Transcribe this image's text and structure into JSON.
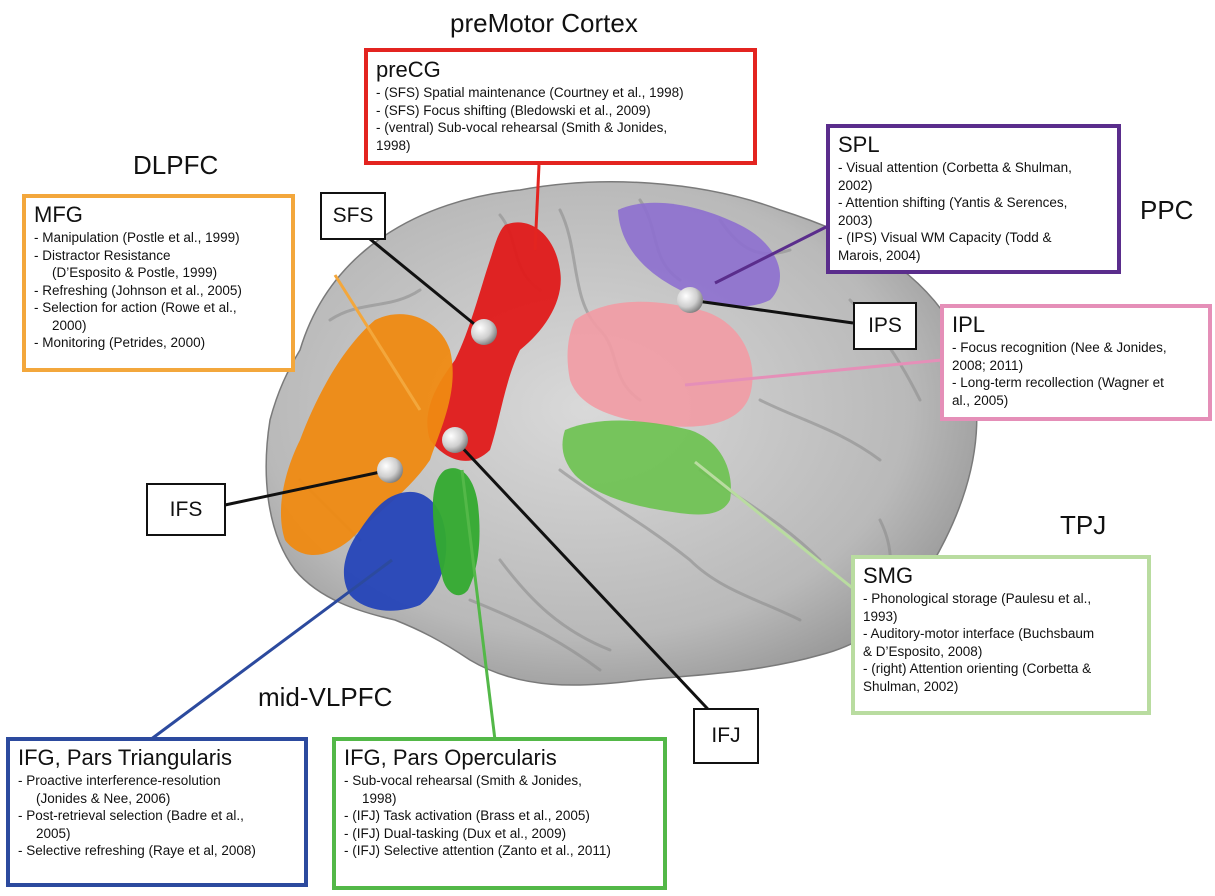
{
  "regions": {
    "premotor": "preMotor Cortex",
    "dlpfc": "DLPFC",
    "ppc": "PPC",
    "tpj": "TPJ",
    "mid_vlpfc": "mid-VLPFC"
  },
  "tags": {
    "sfs": "SFS",
    "ips": "IPS",
    "ifs": "IFS",
    "ifj": "IFJ"
  },
  "colors": {
    "precg": "#e32420",
    "mfg": "#f3a73c",
    "spl": "#5a2d8c",
    "ipl": "#e58fb8",
    "smg": "#b9dca0",
    "ifg_tri": "#2c4a9e",
    "ifg_oper": "#53b848"
  },
  "boxes": {
    "precg": {
      "title": "preCG",
      "items": [
        "- (SFS) Spatial maintenance (Courtney et al., 1998)",
        "- (SFS) Focus shifting (Bledowski et al., 2009)",
        "- (ventral) Sub-vocal rehearsal (Smith & Jonides,",
        "1998)"
      ]
    },
    "mfg": {
      "title": "MFG",
      "items": [
        "- Manipulation (Postle et al., 1999)",
        "- Distractor Resistance",
        "   (D’Esposito & Postle, 1999)",
        "- Refreshing (Johnson et al., 2005)",
        "- Selection for action (Rowe et al.,",
        "   2000)",
        "- Monitoring (Petrides, 2000)"
      ]
    },
    "spl": {
      "title": "SPL",
      "items": [
        "- Visual attention (Corbetta & Shulman,",
        "2002)",
        "- Attention shifting (Yantis & Serences,",
        "2003)",
        "- (IPS) Visual WM Capacity (Todd &",
        "Marois, 2004)"
      ]
    },
    "ipl": {
      "title": "IPL",
      "items": [
        "- Focus recognition (Nee & Jonides,",
        "2008; 2011)",
        "- Long-term recollection (Wagner et",
        "al., 2005)"
      ]
    },
    "smg": {
      "title": "SMG",
      "items": [
        "- Phonological storage (Paulesu et al.,",
        "1993)",
        "- Auditory-motor interface (Buchsbaum",
        "& D’Esposito, 2008)",
        "- (right) Attention orienting (Corbetta &",
        "Shulman, 2002)"
      ]
    },
    "ifg_tri": {
      "title": "IFG, Pars Triangularis",
      "items": [
        "- Proactive interference-resolution",
        "   (Jonides & Nee, 2006)",
        "- Post-retrieval selection (Badre et al.,",
        "   2005)",
        "- Selective refreshing (Raye et al, 2008)"
      ]
    },
    "ifg_oper": {
      "title": "IFG, Pars Opercularis",
      "items": [
        "- Sub-vocal rehearsal (Smith & Jonides,",
        "   1998)",
        "- (IFJ) Task activation (Brass et al., 2005)",
        "- (IFJ) Dual-tasking (Dux et al., 2009)",
        "- (IFJ) Selective attention (Zanto et al., 2011)"
      ]
    }
  }
}
